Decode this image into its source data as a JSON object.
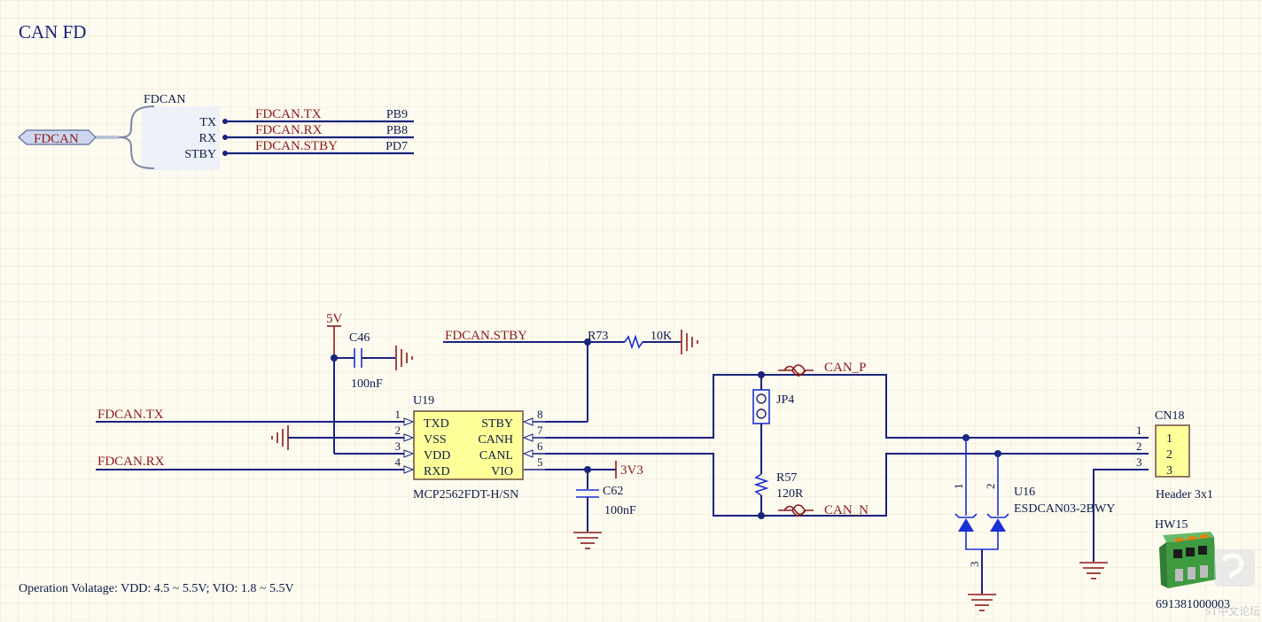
{
  "title": "CAN FD",
  "harness": {
    "name": "FDCAN",
    "port": "FDCAN",
    "signals": [
      {
        "pin": "TX",
        "net": "FDCAN.TX",
        "mcu_pin": "PB9"
      },
      {
        "pin": "RX",
        "net": "FDCAN.RX",
        "mcu_pin": "PB8"
      },
      {
        "pin": "STBY",
        "net": "FDCAN.STBY",
        "mcu_pin": "PD7"
      }
    ]
  },
  "power": {
    "v5": "5V",
    "v33": "3V3"
  },
  "nets": {
    "stby": "FDCAN.STBY",
    "tx": "FDCAN.TX",
    "rx": "FDCAN.RX",
    "can_p": "CAN_P",
    "can_n": "CAN_N"
  },
  "c46": {
    "ref": "C46",
    "value": "100nF"
  },
  "c62": {
    "ref": "C62",
    "value": "100nF"
  },
  "r73": {
    "ref": "R73",
    "value": "10K"
  },
  "r57": {
    "ref": "R57",
    "value": "120R"
  },
  "jp4": {
    "ref": "JP4"
  },
  "u19": {
    "ref": "U19",
    "part": "MCP2562FDT-H/SN",
    "left_pins": [
      {
        "num": "1",
        "name": "TXD"
      },
      {
        "num": "2",
        "name": "VSS"
      },
      {
        "num": "3",
        "name": "VDD"
      },
      {
        "num": "4",
        "name": "RXD"
      }
    ],
    "right_pins": [
      {
        "num": "8",
        "name": "STBY"
      },
      {
        "num": "7",
        "name": "CANH"
      },
      {
        "num": "6",
        "name": "CANL"
      },
      {
        "num": "5",
        "name": "VIO"
      }
    ]
  },
  "u16": {
    "ref": "U16",
    "part": "ESDCAN03-2BWY",
    "pins": [
      "1",
      "2",
      "3"
    ]
  },
  "cn18": {
    "ref": "CN18",
    "part": "Header 3x1",
    "pins": [
      "1",
      "2",
      "3"
    ]
  },
  "hw15": {
    "ref": "HW15",
    "part": "691381000003"
  },
  "note": "Operation Volatage: VDD: 4.5 ~ 5.5V; VIO: 1.8 ~ 5.5V",
  "watermark": "ST中文论坛",
  "colors": {
    "wire": "#1a237e",
    "net_label": "#8b1a1a",
    "chip_fill": "#ffff99",
    "component": "#1b2fd6",
    "grid": "#e9e4cf",
    "background": "#fdfbf0",
    "connector_green": "#4caf50"
  }
}
